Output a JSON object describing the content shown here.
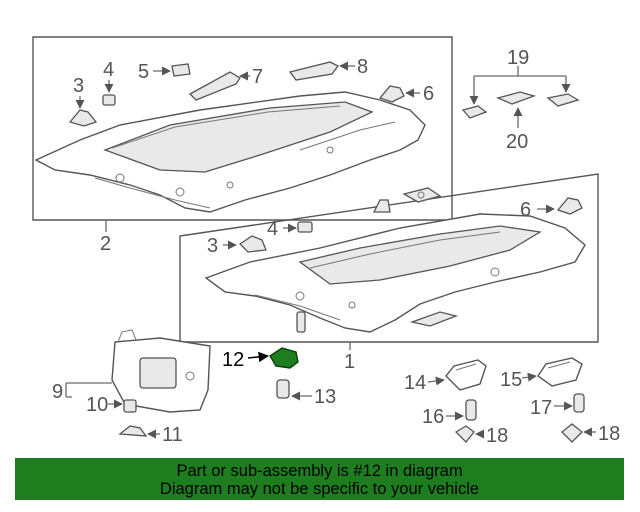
{
  "callouts": {
    "c1": "1",
    "c2": "2",
    "c3a": "3",
    "c3b": "3",
    "c4a": "4",
    "c4b": "4",
    "c5": "5",
    "c6a": "6",
    "c6b": "6",
    "c7": "7",
    "c8": "8",
    "c9": "9",
    "c10": "10",
    "c11": "11",
    "c12": "12",
    "c13": "13",
    "c14": "14",
    "c15": "15",
    "c16": "16",
    "c17": "17",
    "c18a": "18",
    "c18b": "18",
    "c19": "19",
    "c20": "20"
  },
  "highlight_color": "#1e7d1e",
  "banner": {
    "line1": "Part or sub-assembly is #12 in diagram",
    "line2": "Diagram may not be specific to your vehicle"
  }
}
